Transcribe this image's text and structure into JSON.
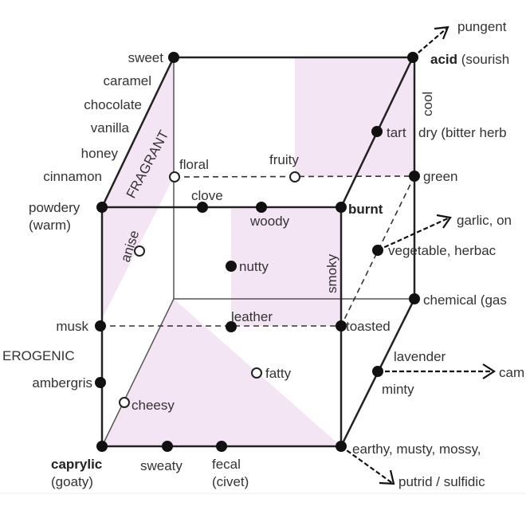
{
  "colors": {
    "shade": "#f3e5f4",
    "line": "#222222"
  },
  "labels": {
    "pungent": "pungent",
    "acid": "acid",
    "sourish": " (sourish",
    "sweet": "sweet",
    "caramel": "caramel",
    "chocolate": "chocolate",
    "vanilla": "vanilla",
    "honey": "honey",
    "cinnamon": "cinnamon",
    "powdery": "powdery",
    "warm": "(warm)",
    "fragrant": "FRAGRANT",
    "floral": "floral",
    "fruity": "fruity",
    "cool": "cool",
    "tart": "tart",
    "dry": "dry (bitter herb",
    "green": "green",
    "clove": "clove",
    "woody": "woody",
    "burnt": "burnt",
    "garlic": "garlic, on",
    "vegetable": "vegetable, herbac",
    "anise": "anise",
    "nutty": "nutty",
    "smoky": "smoky",
    "chemical": "chemical (gas",
    "musk": "musk",
    "leather": "leather",
    "toasted": "toasted",
    "erogenic": "EROGENIC",
    "lavender": "lavender",
    "cam": "cam",
    "minty": "minty",
    "ambergris": "ambergris",
    "fatty": "fatty",
    "cheesy": "cheesy",
    "caprylic": "caprylic",
    "goaty": "(goaty)",
    "sweaty": "sweaty",
    "fecal": "fecal",
    "civet": "(civet)",
    "earthy": "earthy, musty, mossy,",
    "putrid": "putrid / sulfidic"
  }
}
